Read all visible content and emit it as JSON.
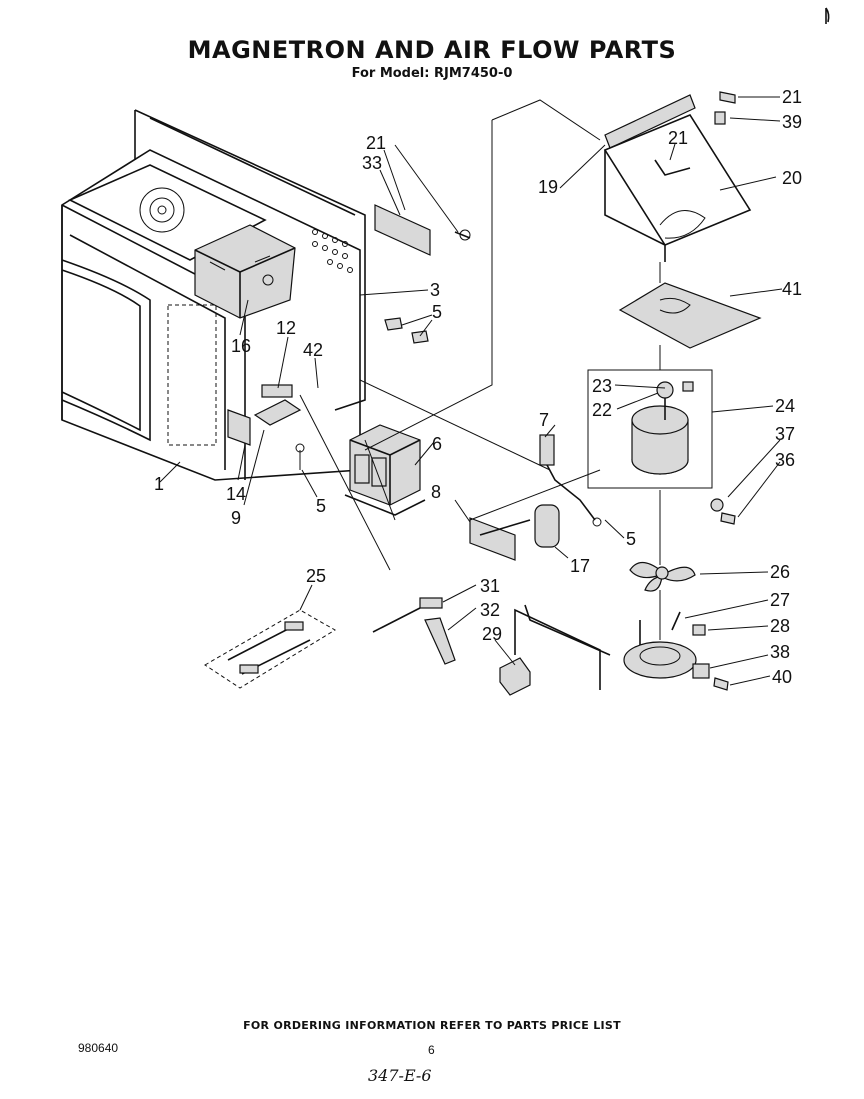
{
  "header": {
    "title": "MAGNETRON AND AIR FLOW PARTS",
    "subtitle": "For Model: RJM7450-0"
  },
  "callouts": [
    "1",
    "3",
    "5",
    "5",
    "5",
    "6",
    "7",
    "8",
    "9",
    "12",
    "14",
    "16",
    "17",
    "19",
    "20",
    "21",
    "21",
    "21",
    "22",
    "23",
    "24",
    "25",
    "26",
    "27",
    "28",
    "29",
    "31",
    "32",
    "33",
    "36",
    "37",
    "38",
    "39",
    "40",
    "41",
    "42"
  ],
  "footer": {
    "ordering_note": "FOR ORDERING INFORMATION REFER TO PARTS PRICE LIST",
    "doc_number": "980640",
    "page_number": "6",
    "handwritten": "347-E-6"
  }
}
